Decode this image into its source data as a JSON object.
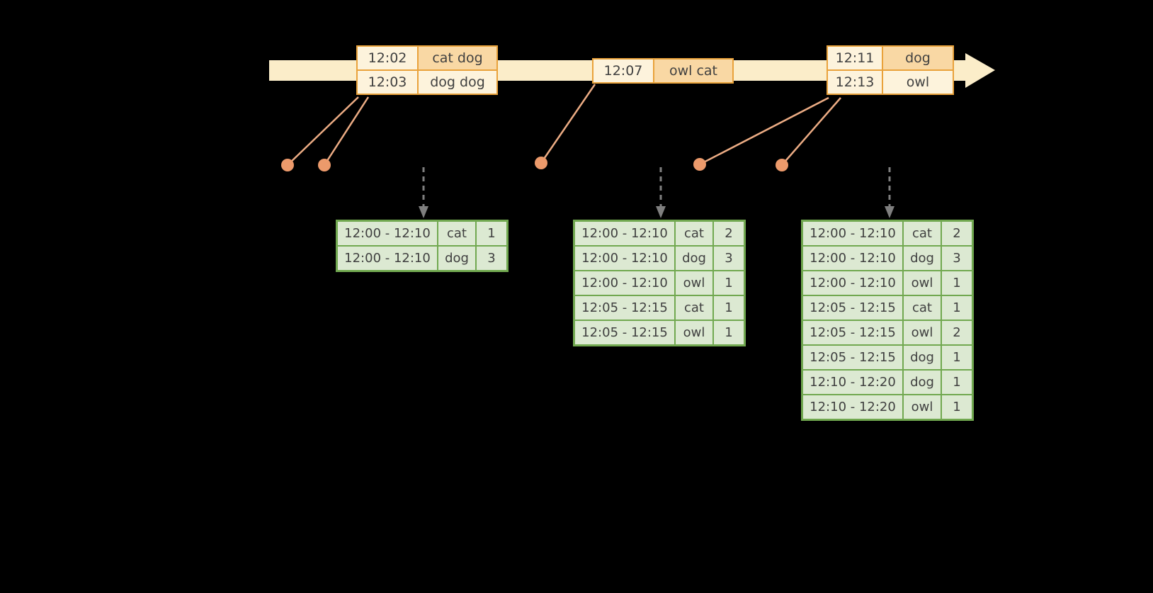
{
  "colors": {
    "background": "#000000",
    "timeline_fill": "#FBEDC9",
    "event_table_border": "#E9A23B",
    "event_cell_cream": "#FDF3DC",
    "event_cell_peach": "#F9D8A4",
    "connector_line": "#ECAC84",
    "event_dot": "#EC9A6B",
    "trigger_arrow": "#7F7F7F",
    "result_table_border": "#71A850",
    "result_cell_fill": "#DCE9D2",
    "table_text": "#404040"
  },
  "event_tables": [
    {
      "rows": [
        [
          "12:02",
          "cat dog"
        ],
        [
          "12:03",
          "dog dog"
        ]
      ]
    },
    {
      "rows": [
        [
          "12:07",
          "owl cat"
        ]
      ]
    },
    {
      "rows": [
        [
          "12:11",
          "dog"
        ],
        [
          "12:13",
          "owl"
        ]
      ]
    }
  ],
  "result_tables": [
    {
      "rows": [
        [
          "12:00 - 12:10",
          "cat",
          "1"
        ],
        [
          "12:00 - 12:10",
          "dog",
          "3"
        ]
      ]
    },
    {
      "rows": [
        [
          "12:00 - 12:10",
          "cat",
          "2"
        ],
        [
          "12:00 - 12:10",
          "dog",
          "3"
        ],
        [
          "12:00 - 12:10",
          "owl",
          "1"
        ],
        [
          "12:05 - 12:15",
          "cat",
          "1"
        ],
        [
          "12:05 - 12:15",
          "owl",
          "1"
        ]
      ]
    },
    {
      "rows": [
        [
          "12:00 - 12:10",
          "cat",
          "2"
        ],
        [
          "12:00 - 12:10",
          "dog",
          "3"
        ],
        [
          "12:00 - 12:10",
          "owl",
          "1"
        ],
        [
          "12:05 - 12:15",
          "cat",
          "1"
        ],
        [
          "12:05 - 12:15",
          "owl",
          "2"
        ],
        [
          "12:05 - 12:15",
          "dog",
          "1"
        ],
        [
          "12:10 - 12:20",
          "dog",
          "1"
        ],
        [
          "12:10 - 12:20",
          "owl",
          "1"
        ]
      ]
    }
  ]
}
